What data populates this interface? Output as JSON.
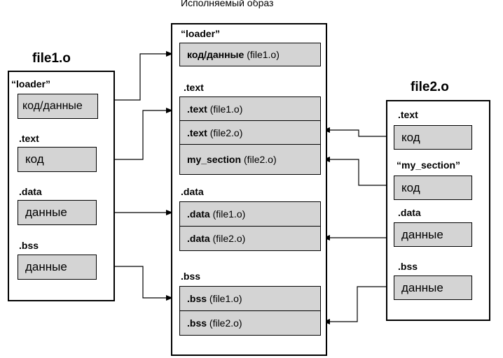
{
  "image_title": "Исполняемый образ",
  "file1": {
    "title": "file1.o",
    "loader_label": "“loader”",
    "loader_box": "код/данные",
    "text_label": ".text",
    "text_box": "код",
    "data_label": ".data",
    "data_box": "данные",
    "bss_label": ".bss",
    "bss_box": "данные"
  },
  "image": {
    "loader_label": "“loader”",
    "loader_box_name": "код/данные",
    "loader_box_src": "(file1.o)",
    "text_label": ".text",
    "text_rows": [
      {
        "name": ".text",
        "src": "(file1.o)"
      },
      {
        "name": ".text",
        "src": "(file2.o)"
      },
      {
        "name": "my_section",
        "src": "(file2.o)"
      }
    ],
    "data_label": ".data",
    "data_rows": [
      {
        "name": ".data",
        "src": "(file1.o)"
      },
      {
        "name": ".data",
        "src": "(file2.o)"
      }
    ],
    "bss_label": ".bss",
    "bss_rows": [
      {
        "name": ".bss",
        "src": "(file1.o)"
      },
      {
        "name": ".bss",
        "src": "(file2.o)"
      }
    ]
  },
  "file2": {
    "title": "file2.o",
    "text_label": ".text",
    "text_box": "код",
    "my_section_label": "“my_section”",
    "my_section_box": "код",
    "data_label": ".data",
    "data_box": "данные",
    "bss_label": ".bss",
    "bss_box": "данные"
  }
}
